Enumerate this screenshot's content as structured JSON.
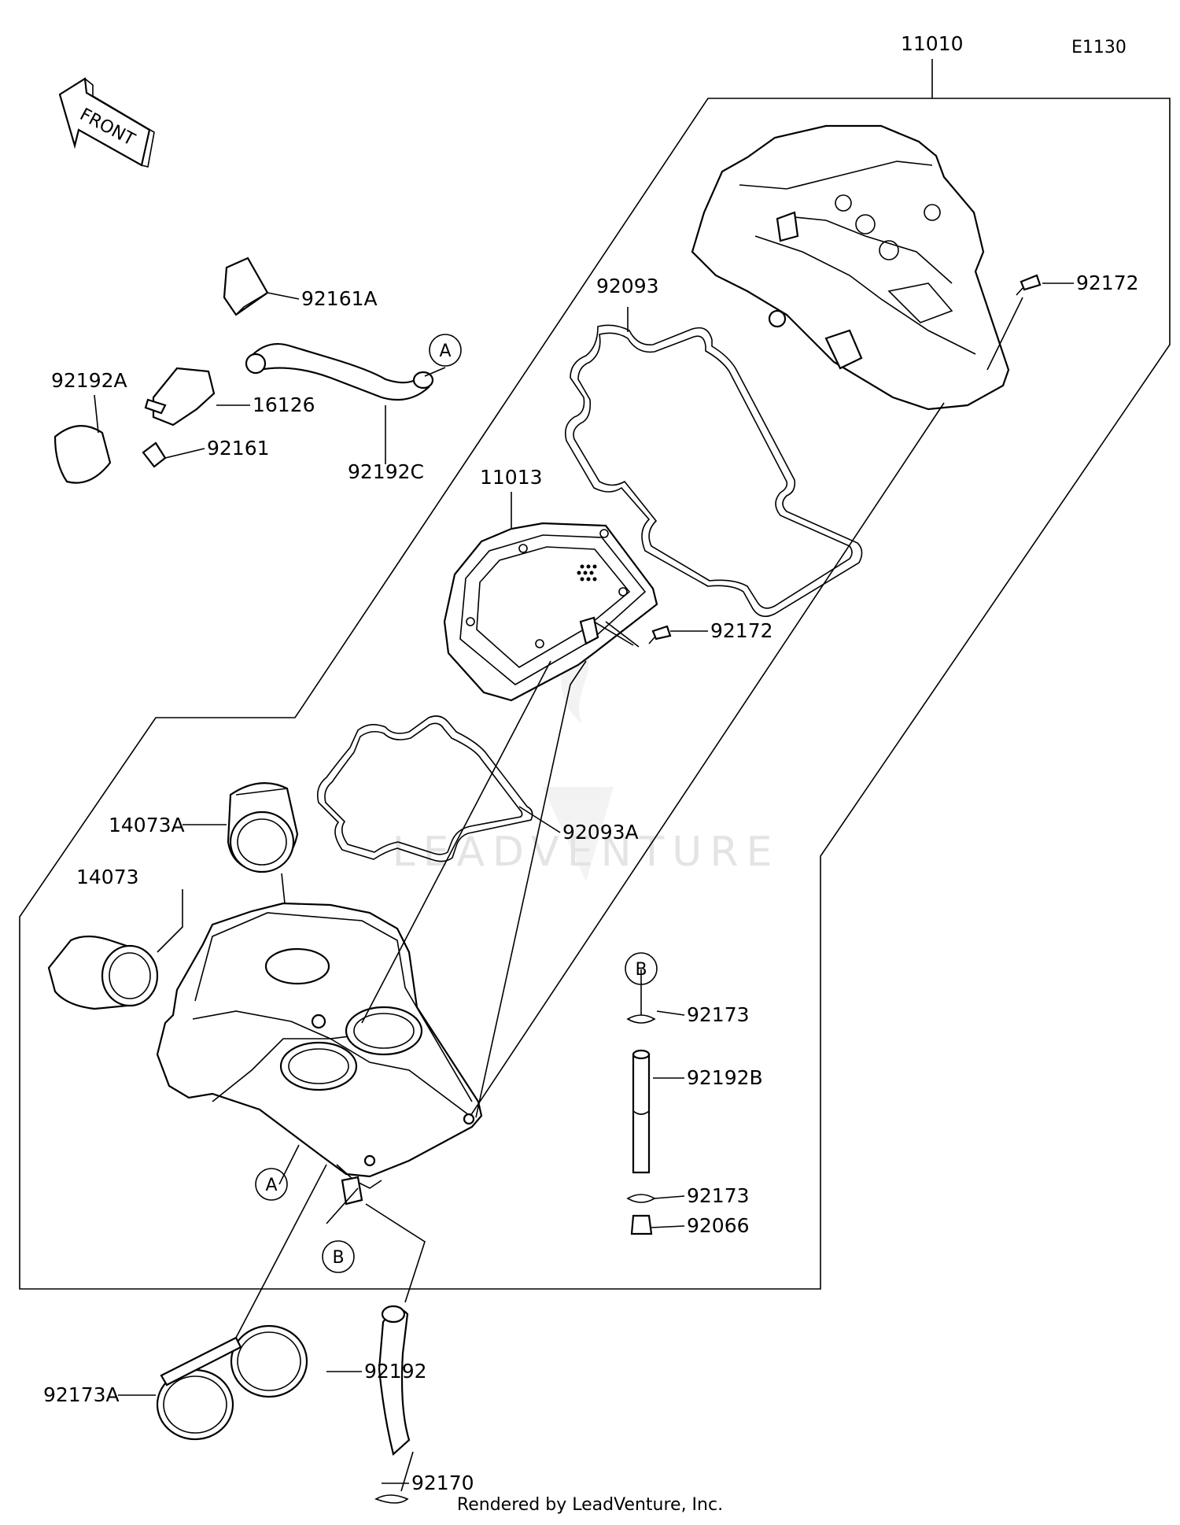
{
  "diagram_code": "E1130",
  "front_label": "FRONT",
  "footer": "Rendered by LeadVenture, Inc.",
  "watermark": "LEADVENTURE",
  "parts": {
    "p11010": "11010",
    "p92172a": "92172",
    "p92093": "92093",
    "p11013": "11013",
    "p92172b": "92172",
    "p92093A": "92093A",
    "p92161A": "92161A",
    "p92192A": "92192A",
    "p16126": "16126",
    "p92161": "92161",
    "p92192C": "92192C",
    "p14073A": "14073A",
    "p14073": "14073",
    "p92173a": "92173",
    "p92192B": "92192B",
    "p92173b": "92173",
    "p92066": "92066",
    "p92173A": "92173A",
    "p92192": "92192",
    "p92170": "92170"
  },
  "refs": {
    "A_top": "A",
    "A_box": "A",
    "B_box": "B",
    "B_right": "B"
  }
}
